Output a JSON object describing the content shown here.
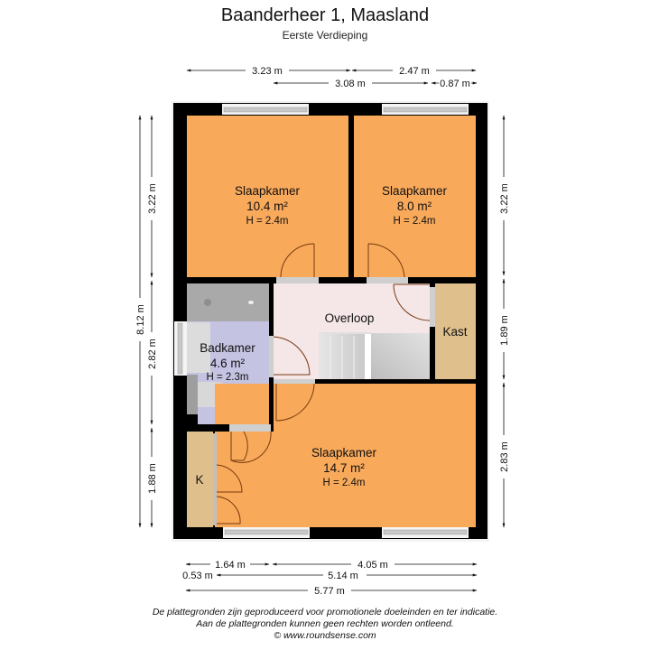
{
  "header": {
    "title": "Baanderheer 1, Maasland",
    "subtitle": "Eerste Verdieping"
  },
  "colors": {
    "wall": "#000000",
    "bedroom": "#f8a95a",
    "bathroom": "#c5c3e2",
    "landing": "#f5e6e8",
    "storage": "#dfbf8c",
    "shower": "#a9a9a9",
    "stairs": "#d6d6d6",
    "window": "#c8c8c8",
    "door_arc": "#7a3a10"
  },
  "rooms": [
    {
      "id": "slaapkamer-1",
      "name": "Slaapkamer",
      "area": "10.4 m²",
      "height": "H = 2.4m"
    },
    {
      "id": "slaapkamer-2",
      "name": "Slaapkamer",
      "area": "8.0 m²",
      "height": "H = 2.4m"
    },
    {
      "id": "overloop",
      "name": "Overloop",
      "area": "",
      "height": ""
    },
    {
      "id": "kast",
      "name": "Kast",
      "area": "",
      "height": ""
    },
    {
      "id": "badkamer",
      "name": "Badkamer",
      "area": "4.6 m²",
      "height": "H = 2.3m"
    },
    {
      "id": "slaapkamer-3",
      "name": "Slaapkamer",
      "area": "14.7 m²",
      "height": "H = 2.4m"
    },
    {
      "id": "k",
      "name": "K",
      "area": "",
      "height": ""
    }
  ],
  "dimensions": {
    "top": [
      {
        "label": "3.23 m"
      },
      {
        "label": "2.47 m"
      },
      {
        "label": "3.08 m"
      },
      {
        "label": "0.87 m"
      }
    ],
    "bottom": [
      {
        "label": "1.64 m"
      },
      {
        "label": "4.05 m"
      },
      {
        "label": "0.53 m"
      },
      {
        "label": "5.14 m"
      },
      {
        "label": "5.77 m"
      }
    ],
    "left": [
      {
        "label": "8.12 m"
      },
      {
        "label": "3.22 m"
      },
      {
        "label": "2.82 m"
      },
      {
        "label": "1.88 m"
      }
    ],
    "right": [
      {
        "label": "3.22 m"
      },
      {
        "label": "1.89 m"
      },
      {
        "label": "2.83 m"
      }
    ]
  },
  "footer": {
    "line1": "De plattegronden zijn geproduceerd voor promotionele doeleinden en ter indicatie.",
    "line2": "Aan de plattegronden kunnen geen rechten worden ontleend.",
    "line3": "© www.roundsense.com"
  }
}
